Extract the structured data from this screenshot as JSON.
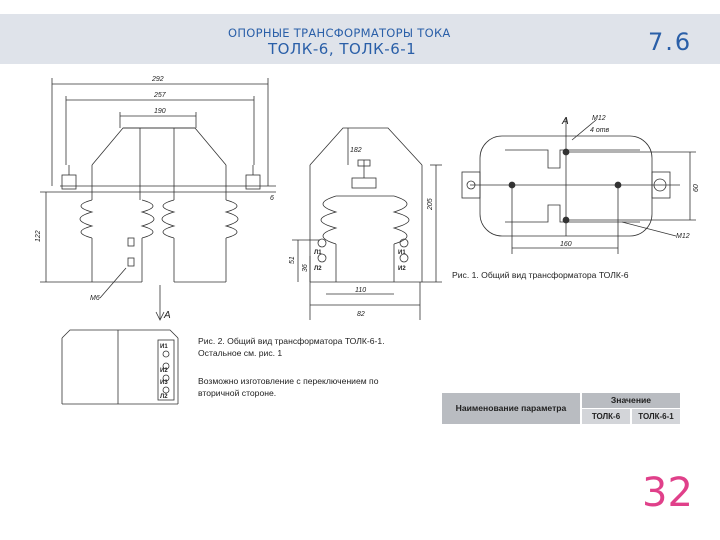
{
  "header": {
    "title": "ОПОРНЫЕ ТРАНСФОРМАТОРЫ ТОКА",
    "subtitle": "ТОЛК-6, ТОЛК-6-1",
    "section": "7.6"
  },
  "dimensions": {
    "d292": "292",
    "d257": "257",
    "d190": "190",
    "d122": "122",
    "d205": "205",
    "d182": "182",
    "d51": "51",
    "d36": "36",
    "d110": "110",
    "d82": "82",
    "d160": "160",
    "d60": "60",
    "d6": "6",
    "m6": "М6",
    "m12a": "М12",
    "m12b": "М12",
    "d4": "4 отв",
    "view_a1": "А",
    "view_a2": "А"
  },
  "terminals": {
    "fig1_l1": "Л1",
    "fig1_i1": "И1",
    "fig1_l2": "Л2",
    "fig1_i2": "И2",
    "fig2_i1": "И1",
    "fig2_i2": "И2",
    "fig2_i3": "И3",
    "fig2_l2": "Л2"
  },
  "captions": {
    "fig1": "Рис. 1. Общий вид трансформатора ТОЛК-6",
    "fig2_line1": "Рис. 2. Общий вид трансформатора ТОЛК-6-1.",
    "fig2_line2": "Остальное см. рис. 1",
    "fig2_line3": "Возможно изготовление с переключением по",
    "fig2_line4": "вторичной стороне."
  },
  "table": {
    "param_header": "Наименование параметра",
    "value_header": "Значение",
    "col1": "ТОЛК-6",
    "col2": "ТОЛК-6-1"
  },
  "page_number": "32"
}
